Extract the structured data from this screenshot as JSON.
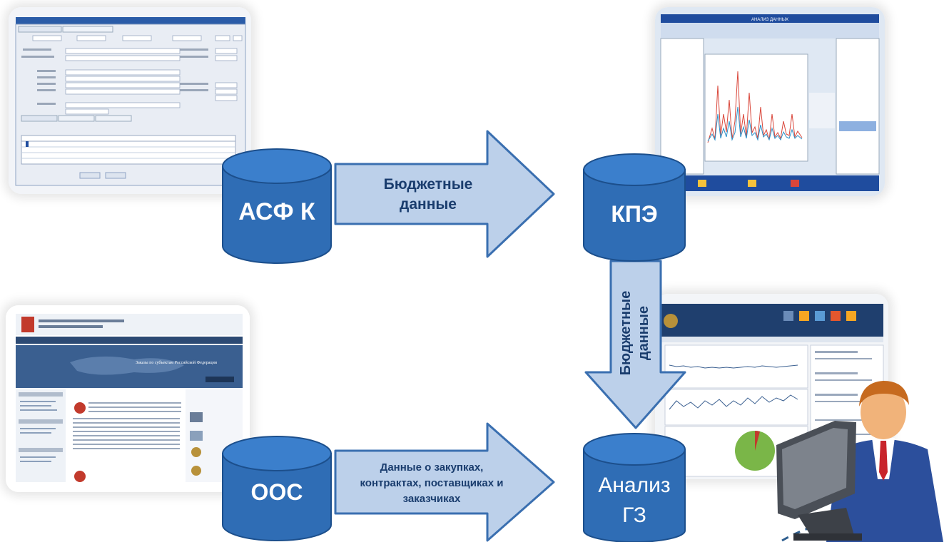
{
  "nodes": {
    "asfk": "АСФ К",
    "kpe": "КПЭ",
    "oos": "ООС",
    "analiz": "Анализ ГЗ"
  },
  "arrows": {
    "budget_h": "Бюджетные данные",
    "budget_v": "Бюджетные данные",
    "procurement": "Данные о закупках, контрактах, поставщиках и заказчиках"
  },
  "screens": {
    "kpe_title": "АНАЛИЗ ДАННЫХ",
    "oos_title": "Заказы по субъектам Российской Федерации"
  },
  "colors": {
    "cylinder": "#2f6db5",
    "cylinder_top": "#3b7fcc",
    "arrow_fill": "#bcd0ea",
    "arrow_stroke": "#3a6fb0"
  }
}
